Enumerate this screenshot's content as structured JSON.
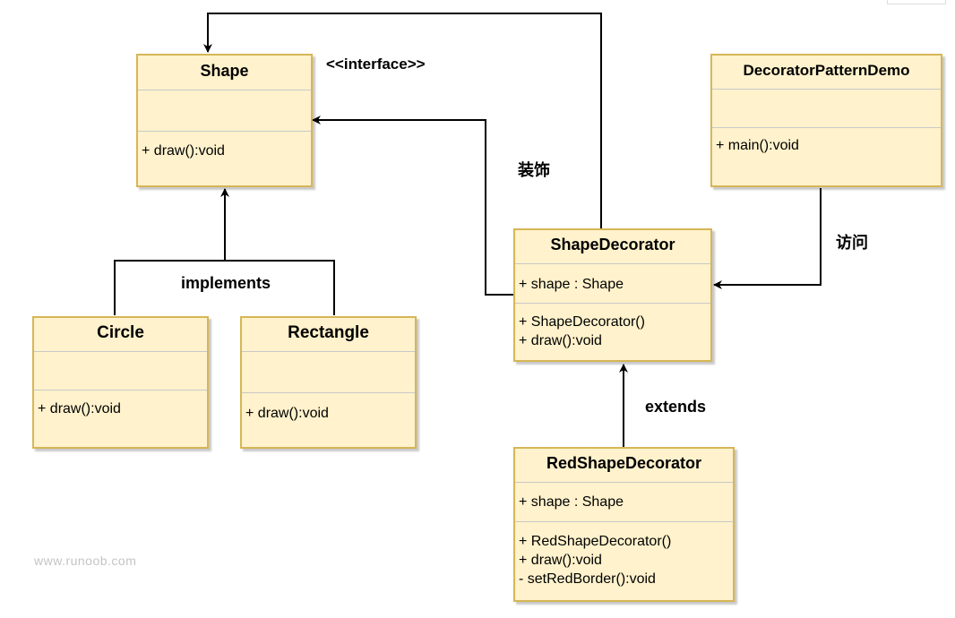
{
  "classes": {
    "shape": {
      "name": "Shape",
      "methods": [
        "+ draw():void"
      ]
    },
    "circle": {
      "name": "Circle",
      "methods": [
        "+ draw():void"
      ]
    },
    "rectangle": {
      "name": "Rectangle",
      "methods": [
        "+ draw():void"
      ]
    },
    "shape_decorator": {
      "name": "ShapeDecorator",
      "fields": [
        "+ shape : Shape"
      ],
      "methods": [
        "+ ShapeDecorator()",
        "+ draw():void"
      ]
    },
    "red_shape_decorator": {
      "name": "RedShapeDecorator",
      "fields": [
        "+ shape : Shape"
      ],
      "methods": [
        "+ RedShapeDecorator()",
        "+ draw():void",
        "- setRedBorder():void"
      ]
    },
    "demo": {
      "name": "DecoratorPatternDemo",
      "methods": [
        "+ main():void"
      ]
    }
  },
  "labels": {
    "interface": "<<interface>>",
    "implements": "implements",
    "decorate": "装饰",
    "access": "访问",
    "extends": "extends"
  },
  "watermark": "www.runoob.com",
  "colors": {
    "class_fill": "#fff2cc",
    "class_border": "#d6b656",
    "edge": "#000000"
  }
}
